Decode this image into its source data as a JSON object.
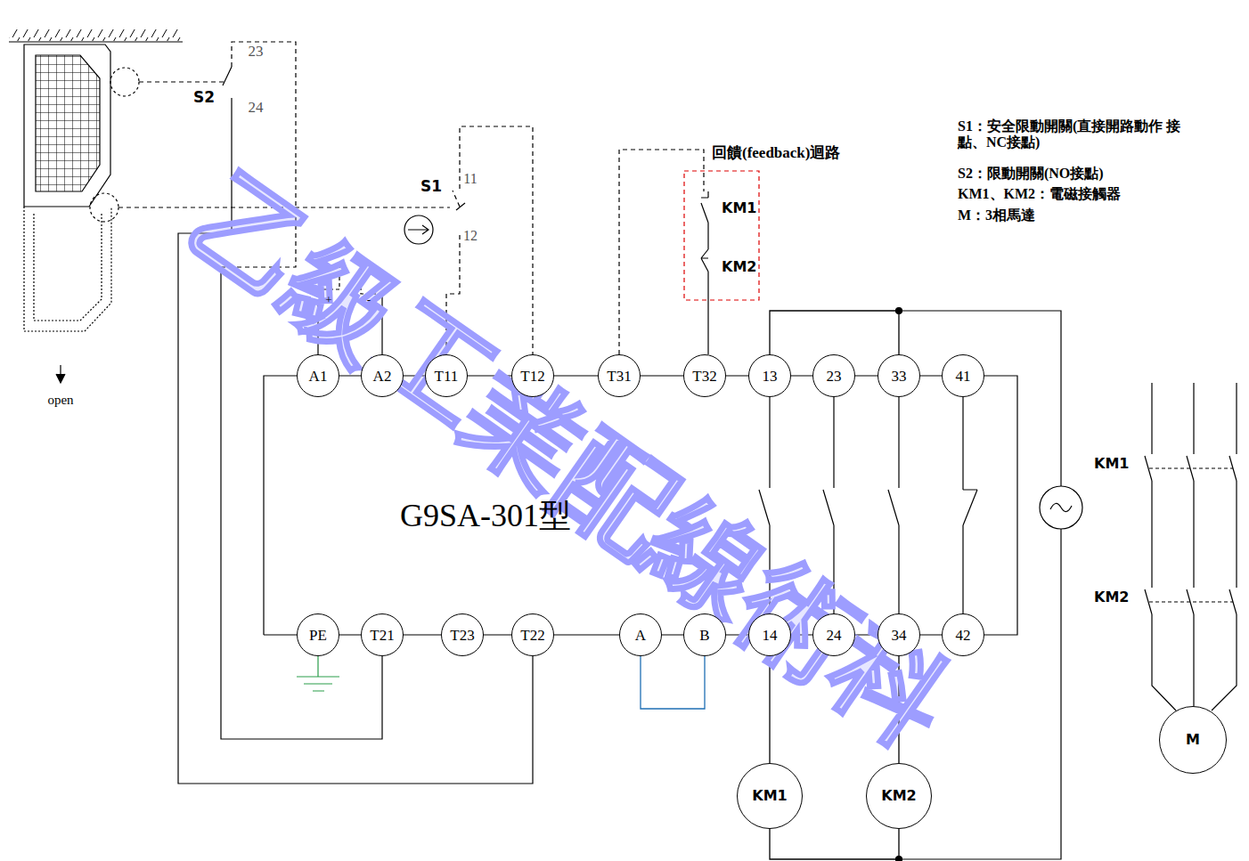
{
  "diagram": {
    "nodes": [
      {
        "text": [
          "A1"
        ]
      },
      {
        "text": [
          "A2"
        ]
      },
      {
        "text": [
          "T11"
        ]
      },
      {
        "text": [
          "T12"
        ]
      },
      {
        "text": [
          "T31"
        ]
      },
      {
        "text": [
          "T32"
        ]
      },
      {
        "text": [
          "13"
        ]
      },
      {
        "text": [
          "23"
        ]
      },
      {
        "text": [
          "33"
        ]
      },
      {
        "text": [
          "41"
        ]
      },
      {
        "text": [
          "PE"
        ]
      },
      {
        "text": [
          "T21"
        ]
      },
      {
        "text": [
          "T23"
        ]
      },
      {
        "text": [
          "T22"
        ]
      },
      {
        "text": [
          "A"
        ]
      },
      {
        "text": [
          "B"
        ]
      },
      {
        "text": [
          "14"
        ]
      },
      {
        "text": [
          "24"
        ]
      },
      {
        "text": [
          "34"
        ]
      },
      {
        "text": [
          "42"
        ]
      },
      {
        "text": [
          "KM1"
        ]
      },
      {
        "text": [
          "KM2"
        ]
      },
      {
        "text": [
          "M"
        ]
      }
    ],
    "edges": [
      {
        "from": 14,
        "to": 15,
        "arrow": "none"
      },
      {
        "from": 6,
        "to": 8,
        "arrow": "none"
      },
      {
        "from": 16,
        "to": 20,
        "arrow": "none"
      },
      {
        "from": 18,
        "to": 21,
        "arrow": "none"
      },
      {
        "from": 20,
        "to": 21,
        "arrow": "none"
      }
    ],
    "labels": [
      "23",
      "24",
      "S2",
      "S1",
      "11",
      "12",
      "+",
      "-",
      "open",
      "回饋(feedback)迴路",
      "KM1",
      "KM2",
      "S1：安全限動開關(直接開路動作 接點、NC接點)",
      "S2：限動開關(NO接點)",
      "KM1、KM2：電磁接觸器",
      "M：3相馬達",
      "G9SA-301型",
      "KM1",
      "KM2",
      "乙級工業配線術科"
    ]
  }
}
